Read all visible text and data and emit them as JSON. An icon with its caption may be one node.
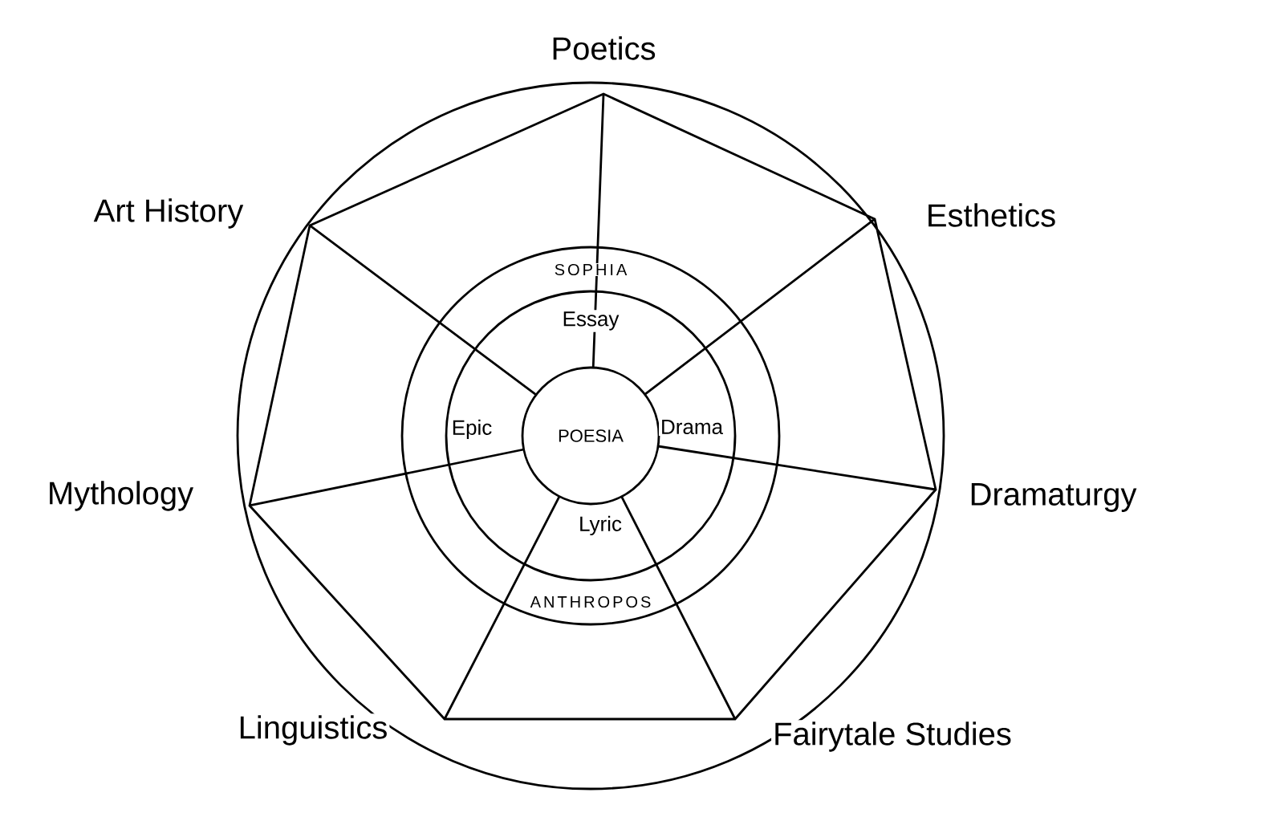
{
  "diagram": {
    "nodes": [
      {
        "text": [
          "SOPHIA",
          "ANTHROPOS"
        ]
      },
      {
        "text": [
          "POESIA"
        ],
        "in": 0
      }
    ],
    "labels": [
      "Poetics",
      "Art History",
      "Esthetics",
      "Essay",
      "Epic",
      "Drama",
      "Mythology",
      "Dramaturgy",
      "Lyric",
      "Linguistics",
      "Fairytale Studies"
    ]
  }
}
